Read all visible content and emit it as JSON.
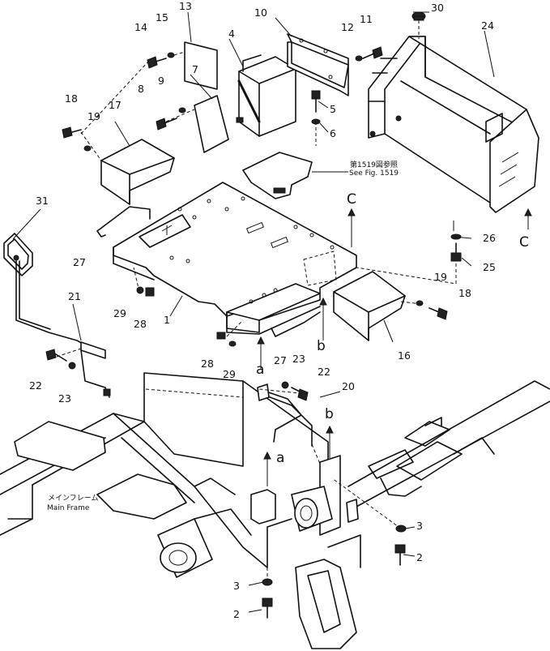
{
  "diagram": {
    "part_numbers": {
      "p1": "1",
      "p2": "2",
      "p3": "3",
      "p4": "4",
      "p5": "5",
      "p6": "6",
      "p7": "7",
      "p8": "8",
      "p9": "9",
      "p10": "10",
      "p11": "11",
      "p12": "12",
      "p13": "13",
      "p14": "14",
      "p15": "15",
      "p16": "16",
      "p17": "17",
      "p18": "18",
      "p19": "19",
      "p20": "20",
      "p21": "21",
      "p22": "22",
      "p23": "23",
      "p24": "24",
      "p25": "25",
      "p26": "26",
      "p27": "27",
      "p28": "28",
      "p29": "29",
      "p30": "30",
      "p31": "31"
    },
    "connection_letters": {
      "a": "a",
      "b": "b",
      "c": "C"
    },
    "notes": {
      "fig_ref_jp": "第1519図参照",
      "fig_ref_en": "See Fig. 1519",
      "main_frame_jp": "メインフレーム",
      "main_frame_en": "Main Frame"
    }
  }
}
